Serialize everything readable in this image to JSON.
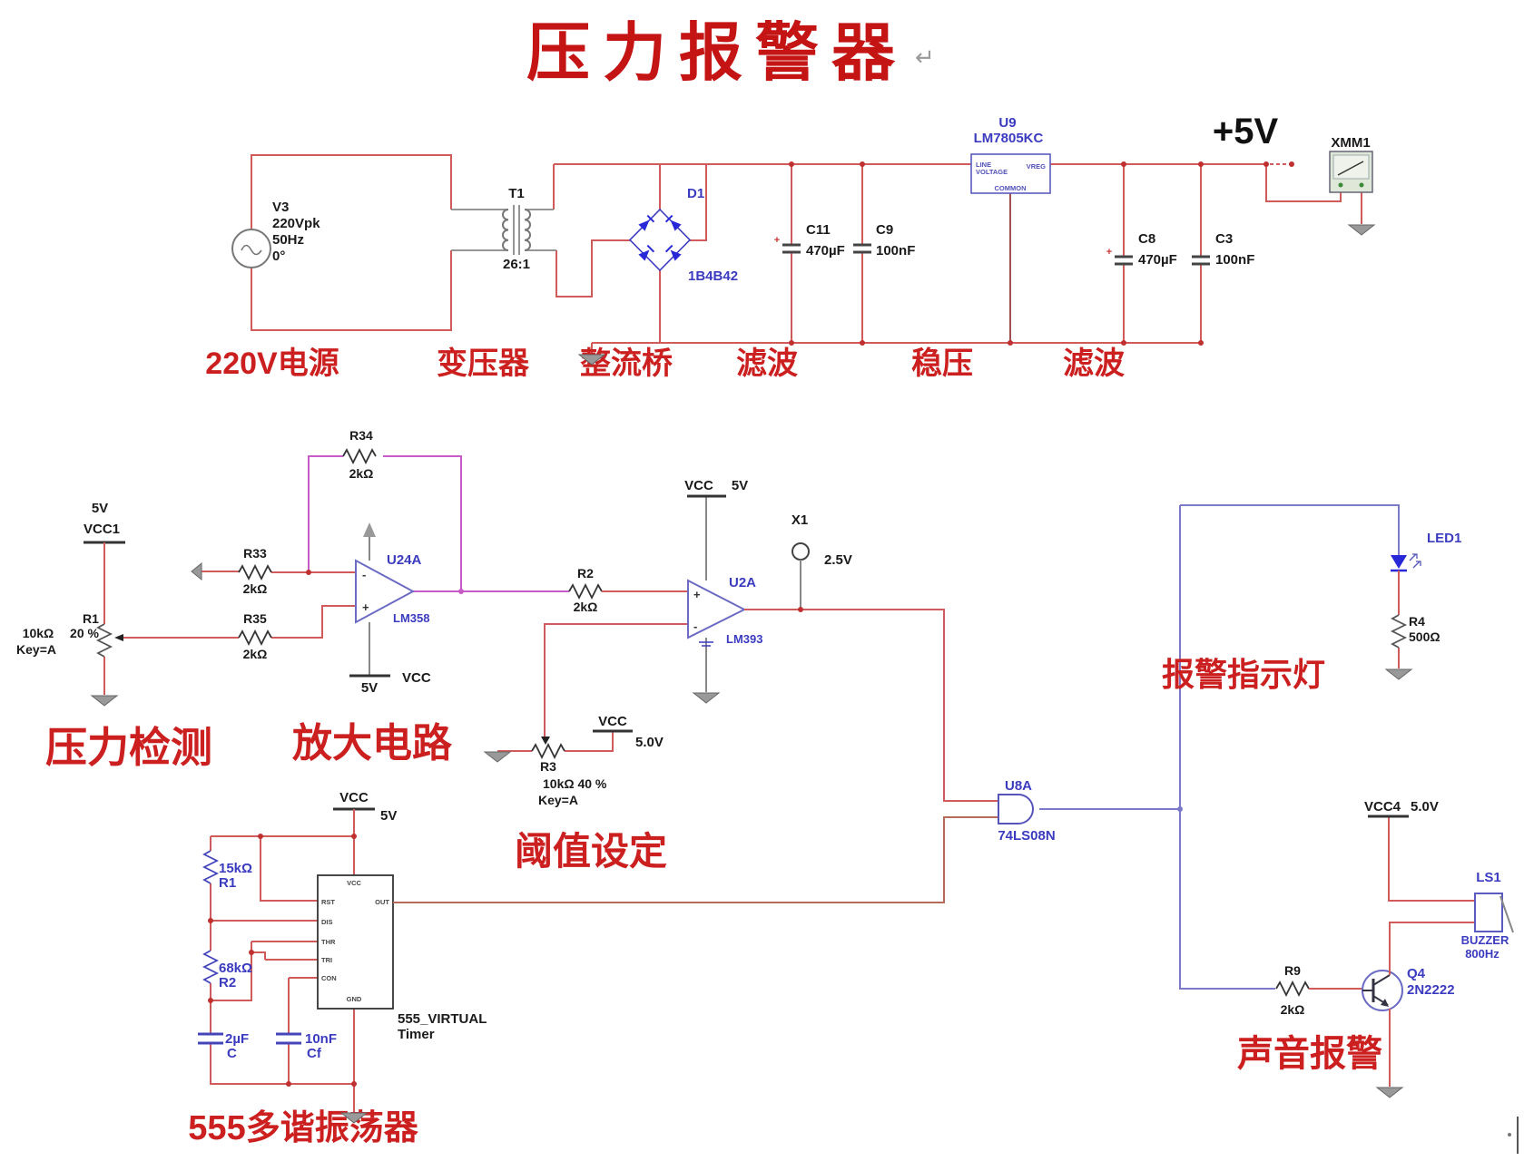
{
  "title": "压力报警器",
  "title_mark": "↵",
  "section_labels": {
    "power": "220V电源",
    "transformer": "变压器",
    "bridge": "整流桥",
    "filter1": "滤波",
    "regulator": "稳压",
    "filter2": "滤波",
    "pressure": "压力检测",
    "amplifier": "放大电路",
    "threshold": "阈值设定",
    "osc555": "555多谐振荡器",
    "led": "报警指示灯",
    "sound": "声音报警"
  },
  "power": {
    "v3": {
      "ref": "V3",
      "voltage": "220Vpk",
      "frequency": "50Hz",
      "phase": "0°"
    },
    "t1": {
      "ref": "T1",
      "ratio": "26:1"
    },
    "d1": {
      "ref": "D1",
      "part": "1B4B42"
    },
    "c11": {
      "ref": "C11",
      "value": "470µF"
    },
    "c9": {
      "ref": "C9",
      "value": "100nF"
    },
    "c8": {
      "ref": "C8",
      "value": "470µF"
    },
    "c3": {
      "ref": "C3",
      "value": "100nF"
    },
    "plus": "+",
    "u9": {
      "ref": "U9",
      "part": "LM7805KC",
      "pin_line": "LINE",
      "pin_voltage": "VOLTAGE",
      "pin_vreg": "VREG",
      "pin_common": "COMMON"
    },
    "rail": "+5V",
    "xmm1": {
      "ref": "XMM1"
    }
  },
  "sense": {
    "vcc1_v": "5V",
    "vcc1": "VCC1",
    "r1": {
      "ref": "R1",
      "value": "10kΩ",
      "percent": "20 %",
      "key": "Key=A"
    }
  },
  "amp": {
    "r33": {
      "ref": "R33",
      "value": "2kΩ"
    },
    "r34": {
      "ref": "R34",
      "value": "2kΩ"
    },
    "r35": {
      "ref": "R35",
      "value": "2kΩ"
    },
    "u24a": {
      "ref": "U24A",
      "part": "LM358",
      "minus": "-",
      "plus": "+",
      "vcc": "VCC",
      "v": "5V"
    }
  },
  "comp": {
    "r2": {
      "ref": "R2",
      "value": "2kΩ"
    },
    "u2a": {
      "ref": "U2A",
      "part": "LM393",
      "plus": "+",
      "minus": "-",
      "vcc": "VCC",
      "v": "5V"
    },
    "x1": {
      "ref": "X1",
      "value": "2.5V"
    },
    "r3": {
      "ref": "R3",
      "value": "10kΩ 40 %",
      "key": "Key=A",
      "vcc": "VCC",
      "v": "5.0V"
    }
  },
  "osc": {
    "vcc": "VCC",
    "v": "5V",
    "r1": {
      "value": "15kΩ",
      "ref": "R1"
    },
    "r2": {
      "value": "68kΩ",
      "ref": "R2"
    },
    "c": {
      "value": "2µF",
      "ref": "C"
    },
    "cf": {
      "value": "10nF",
      "ref": "Cf"
    },
    "chip": {
      "part": "555_VIRTUAL",
      "type": "Timer",
      "pin_vcc": "VCC",
      "pin_rst": "RST",
      "pin_dis": "DIS",
      "pin_thr": "THR",
      "pin_tri": "TRI",
      "pin_con": "CON",
      "pin_gnd": "GND",
      "pin_out": "OUT"
    }
  },
  "logic": {
    "u8a": {
      "ref": "U8A",
      "part": "74LS08N"
    }
  },
  "alarm": {
    "led1": {
      "ref": "LED1"
    },
    "r4": {
      "ref": "R4",
      "value": "500Ω"
    },
    "r9": {
      "ref": "R9",
      "value": "2kΩ"
    },
    "q4": {
      "ref": "Q4",
      "part": "2N2222"
    },
    "vcc4": {
      "name": "VCC4",
      "v": "5.0V"
    },
    "ls1": {
      "ref": "LS1",
      "type": "BUZZER",
      "freq": "800Hz"
    }
  },
  "colors": {
    "wire": "#d15b5b",
    "wire_violet": "#7a7ac8",
    "wire_magenta": "#c75bc7",
    "component_blue": "#3b3bc0",
    "label_red": "#cc2020",
    "title_red": "#c41414"
  }
}
